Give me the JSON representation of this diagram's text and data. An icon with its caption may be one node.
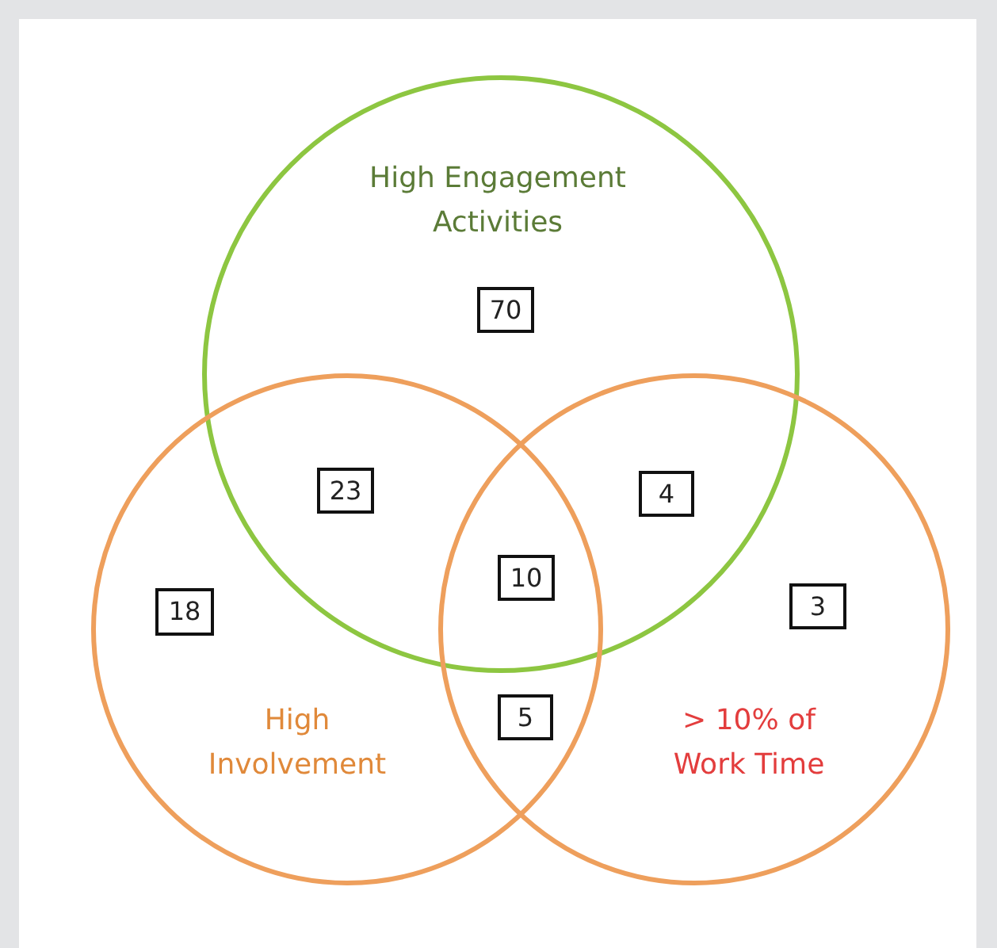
{
  "diagram": {
    "nodes": [
      {
        "text": [
          "High Engagement Activities"
        ]
      },
      {
        "text": [
          "High Involvement"
        ]
      },
      {
        "text": [
          "> 10% of Work Time"
        ]
      },
      {
        "text": [
          "70"
        ],
        "in": 0
      },
      {
        "text": [
          "23"
        ]
      },
      {
        "text": [
          "4"
        ]
      },
      {
        "text": [
          "18"
        ],
        "in": 1
      },
      {
        "text": [
          "10"
        ]
      },
      {
        "text": [
          "3"
        ],
        "in": 2
      },
      {
        "text": [
          "5"
        ]
      }
    ]
  }
}
